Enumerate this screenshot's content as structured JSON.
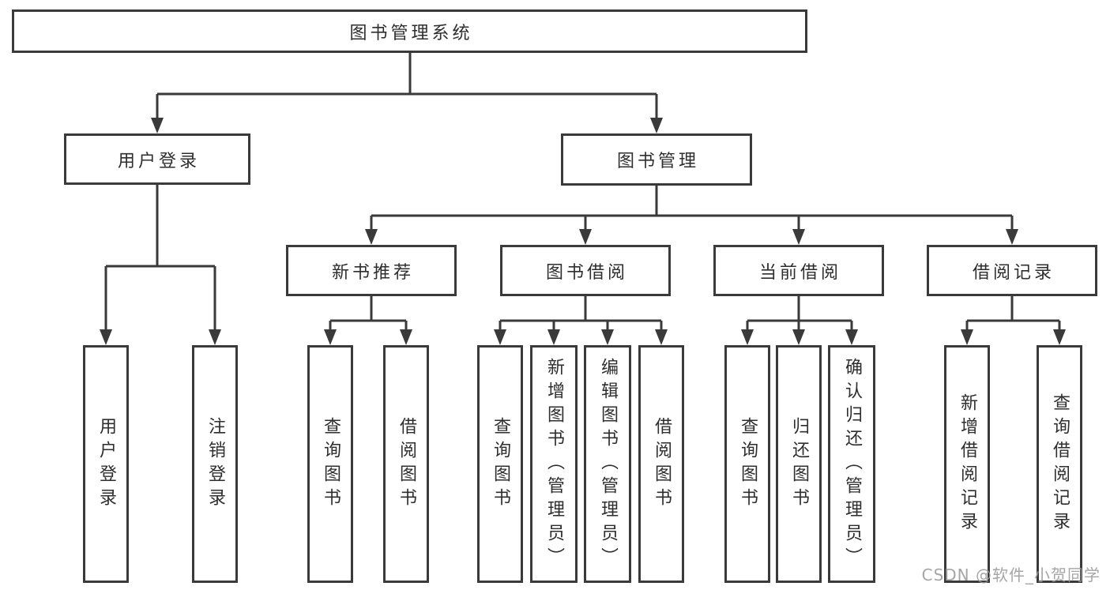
{
  "watermark": "CSDN @软件_小贺同学",
  "colors": {
    "line": "#3a3a3a",
    "box_border": "#3a3a3a",
    "text": "#2e2e2e",
    "watermark": "#999999",
    "background": "#ffffff"
  },
  "diagram": {
    "type": "tree",
    "root": {
      "label": "图书管理系统"
    },
    "branches": [
      {
        "label": "用户登录",
        "children": [
          {
            "label": "用户登录"
          },
          {
            "label": "注销登录"
          }
        ]
      },
      {
        "label": "图书管理",
        "children": [
          {
            "label": "新书推荐",
            "children": [
              {
                "label": "查询图书"
              },
              {
                "label": "借阅图书"
              }
            ]
          },
          {
            "label": "图书借阅",
            "children": [
              {
                "label": "查询图书"
              },
              {
                "label": "新增图书（管理员）"
              },
              {
                "label": "编辑图书（管理员）"
              },
              {
                "label": "借阅图书"
              }
            ]
          },
          {
            "label": "当前借阅",
            "children": [
              {
                "label": "查询图书"
              },
              {
                "label": "归还图书"
              },
              {
                "label": "确认归还（管理员）"
              }
            ]
          },
          {
            "label": "借阅记录",
            "children": [
              {
                "label": "新增借阅记录"
              },
              {
                "label": "查询借阅记录"
              }
            ]
          }
        ]
      }
    ]
  }
}
